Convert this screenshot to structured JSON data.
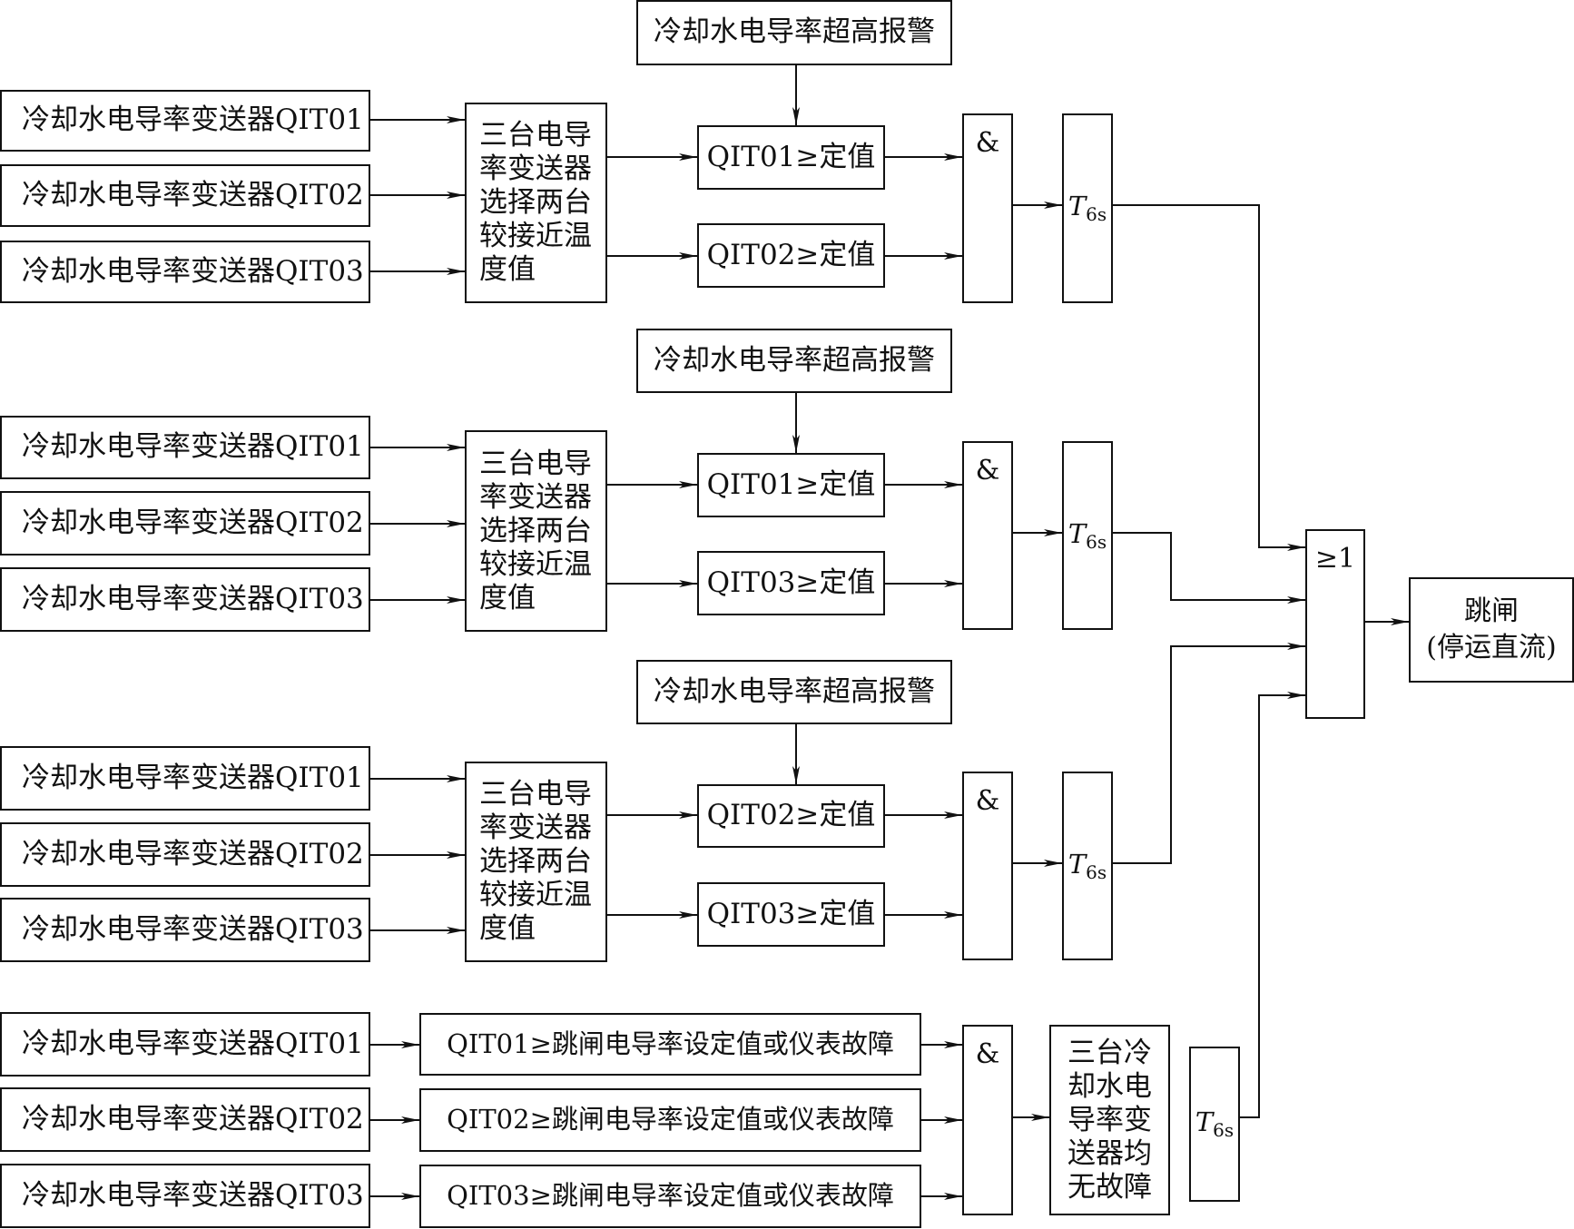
{
  "sensors": {
    "qit01": "冷却水电导率变送器QIT01",
    "qit02": "冷却水电导率变送器QIT02",
    "qit03": "冷却水电导率变送器QIT03"
  },
  "selector_label": "三台电导\n率变送器\n选择两台\n较接近温\n度值",
  "alarm_label": "冷却水电导率超高报警",
  "compare": {
    "qit01": "QIT01≥定值",
    "qit02": "QIT02≥定值",
    "qit03": "QIT03≥定值"
  },
  "and_label": "&",
  "timer": {
    "main": "T",
    "sub": "6s"
  },
  "or_label": "≥1",
  "trip_label": "跳闸\n(停运直流)",
  "trip_setpoint": {
    "qit01": "QIT01≥跳闸电导率设定值或仪表故障",
    "qit02": "QIT02≥跳闸电导率设定值或仪表故障",
    "qit03": "QIT03≥跳闸电导率设定值或仪表故障"
  },
  "no_fault_label": "三台冷\n却水电\n导率变\n送器均\n无故障"
}
